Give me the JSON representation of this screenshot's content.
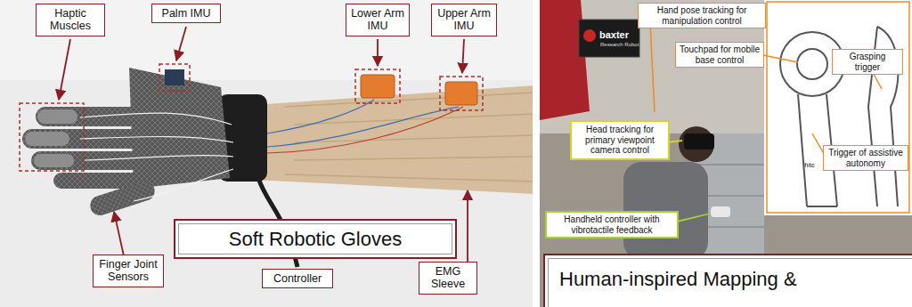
{
  "diagram": {
    "nodes": [
      {
        "text": [
          "Haptic Muscles"
        ]
      },
      {
        "text": [
          "Palm IMU"
        ]
      },
      {
        "text": [
          "Lower Arm IMU"
        ]
      },
      {
        "text": [
          "Upper Arm IMU"
        ]
      },
      {
        "text": [
          "Soft Robotic Gloves"
        ]
      },
      {
        "text": [
          "Finger Joint Sensors"
        ]
      },
      {
        "text": [
          "Controller"
        ]
      },
      {
        "text": [
          "EMG Sleeve"
        ]
      },
      {
        "text": [
          "Hand pose tracking for manipulation control"
        ]
      },
      {
        "text": [
          "Touchpad for mobile base control"
        ]
      },
      {
        "text": [
          "Grasping trigger"
        ]
      },
      {
        "text": [
          "Head tracking for primary viewpoint camera control"
        ]
      },
      {
        "text": [
          "Trigger of assistive autonomy"
        ]
      },
      {
        "text": [
          "Handheld controller with vibrotactile feedback"
        ]
      },
      {
        "text": [
          "Human-inspired Mapping &"
        ]
      }
    ],
    "labels": [
      "baxter",
      "Research Robot",
      "htc"
    ]
  }
}
